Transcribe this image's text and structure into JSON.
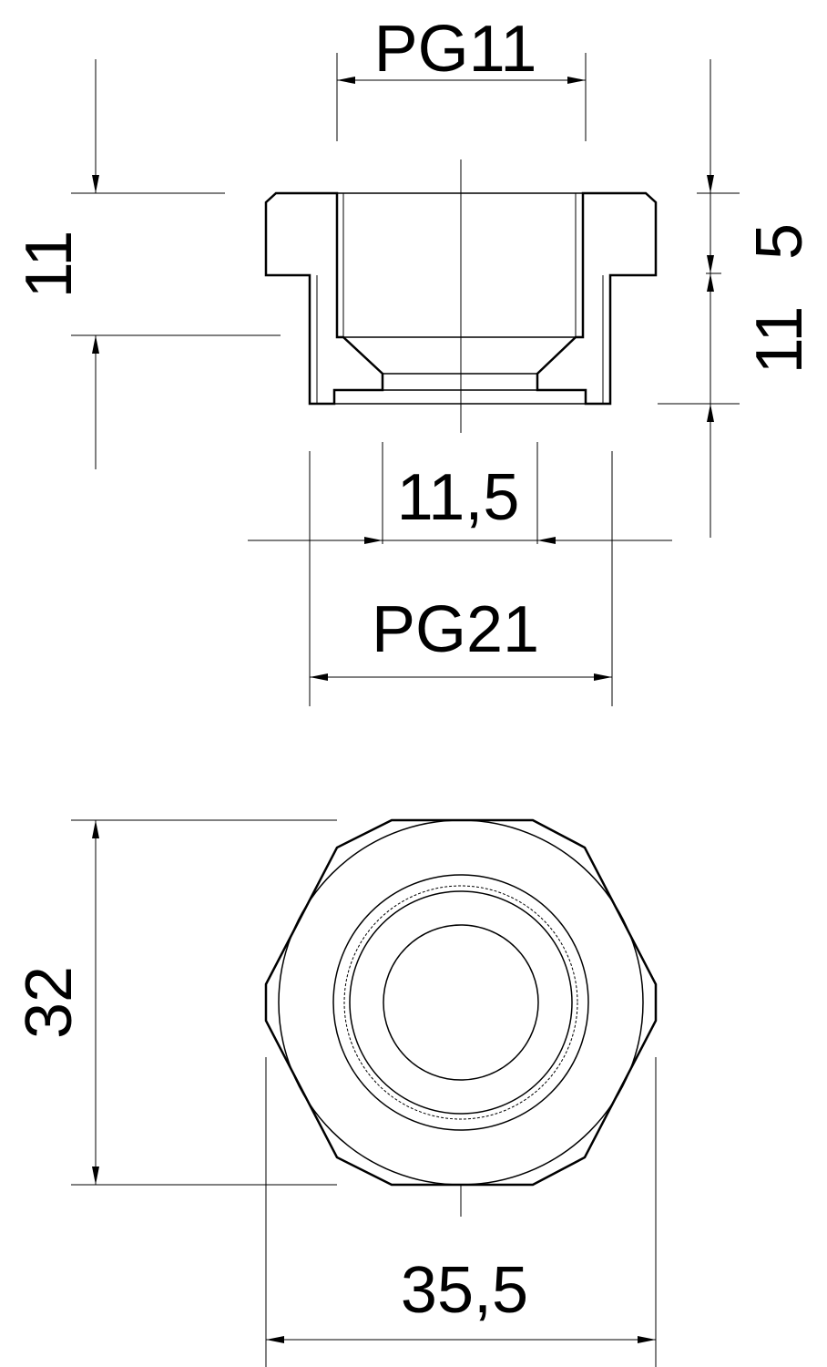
{
  "drawing": {
    "section_view": {
      "top_thread_label": "PG11",
      "bottom_thread_label": "PG21",
      "left_height_label": "11",
      "right_flange_label": "5",
      "right_body_label": "11",
      "bore_label": "11,5"
    },
    "end_view": {
      "across_flats_label": "32",
      "across_corners_label": "35,5"
    }
  }
}
